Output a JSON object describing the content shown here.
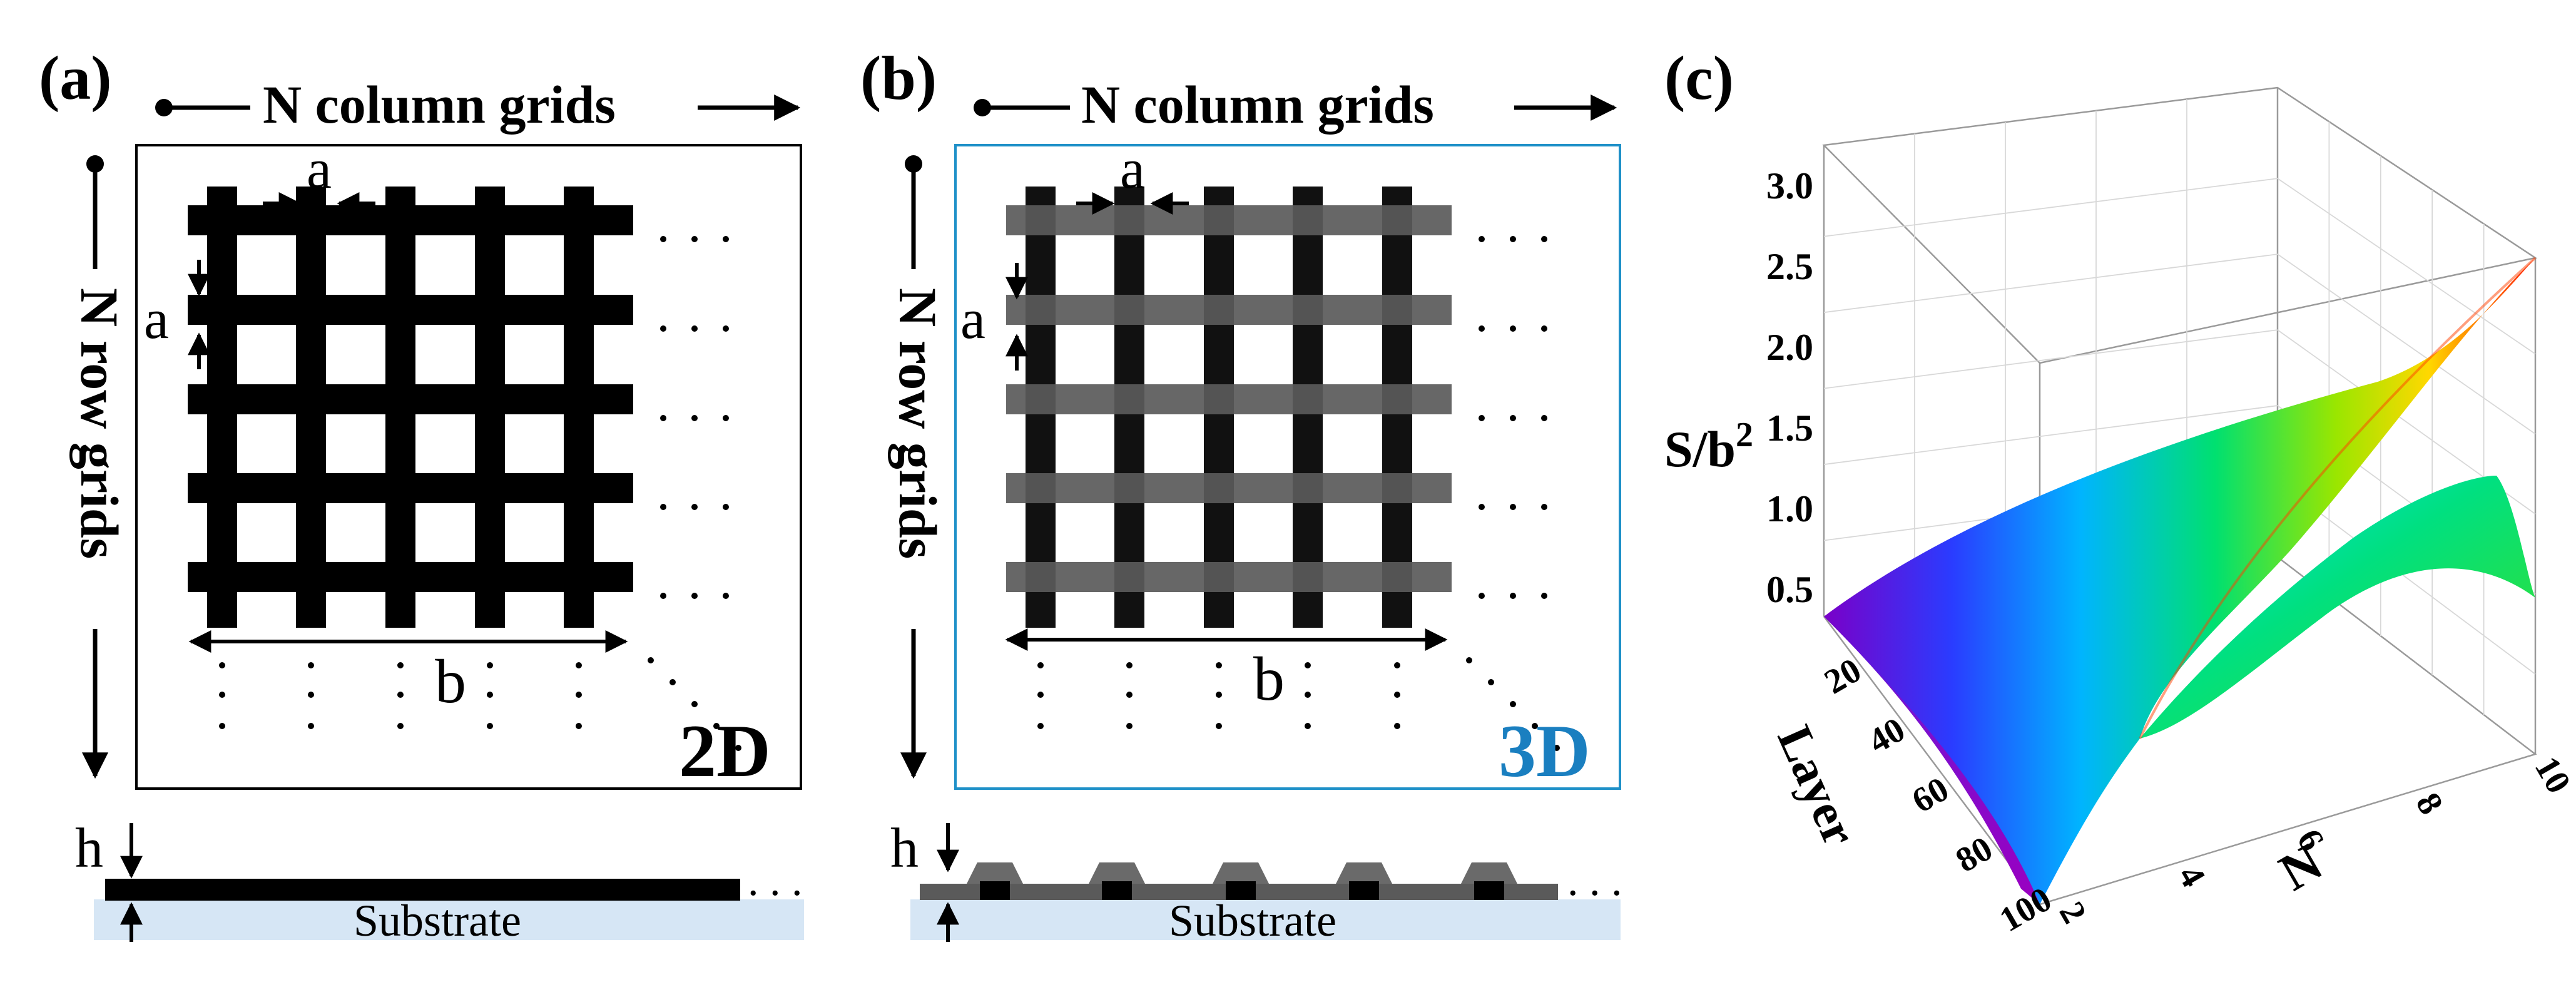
{
  "panels": {
    "a": {
      "label": "(a)",
      "column_label": "N column grids",
      "row_label": "N row grids",
      "width_label": "a",
      "width_label_side": "a",
      "span_label": "b",
      "badge": "2D",
      "height_label": "h",
      "substrate_label": "Substrate",
      "ellipsis": ". . ."
    },
    "b": {
      "label": "(b)",
      "column_label": "N column grids",
      "row_label": "N row grids",
      "width_label": "a",
      "width_label_side": "a",
      "span_label": "b",
      "badge": "3D",
      "height_label": "h",
      "substrate_label": "Substrate",
      "ellipsis": ". . ."
    },
    "c": {
      "label": "(c)",
      "z_axis_label": "S/b",
      "z_axis_superscript": "2",
      "z_ticks": [
        "0.5",
        "1.0",
        "1.5",
        "2.0",
        "2.5",
        "3.0"
      ],
      "y_axis_label": "Layer",
      "y_ticks": [
        "20",
        "40",
        "60",
        "80",
        "100"
      ],
      "x_axis_label": "N",
      "x_ticks": [
        "2",
        "4",
        "6",
        "8",
        "10"
      ]
    }
  },
  "colors": {
    "grid_2d": "#000000",
    "grid_3d_column": "#111111",
    "grid_3d_row": "#5a5a5a",
    "frame_3d": "#1e90c8",
    "badge_3d": "#1a7fc0",
    "substrate": "#d6e6f5"
  }
}
